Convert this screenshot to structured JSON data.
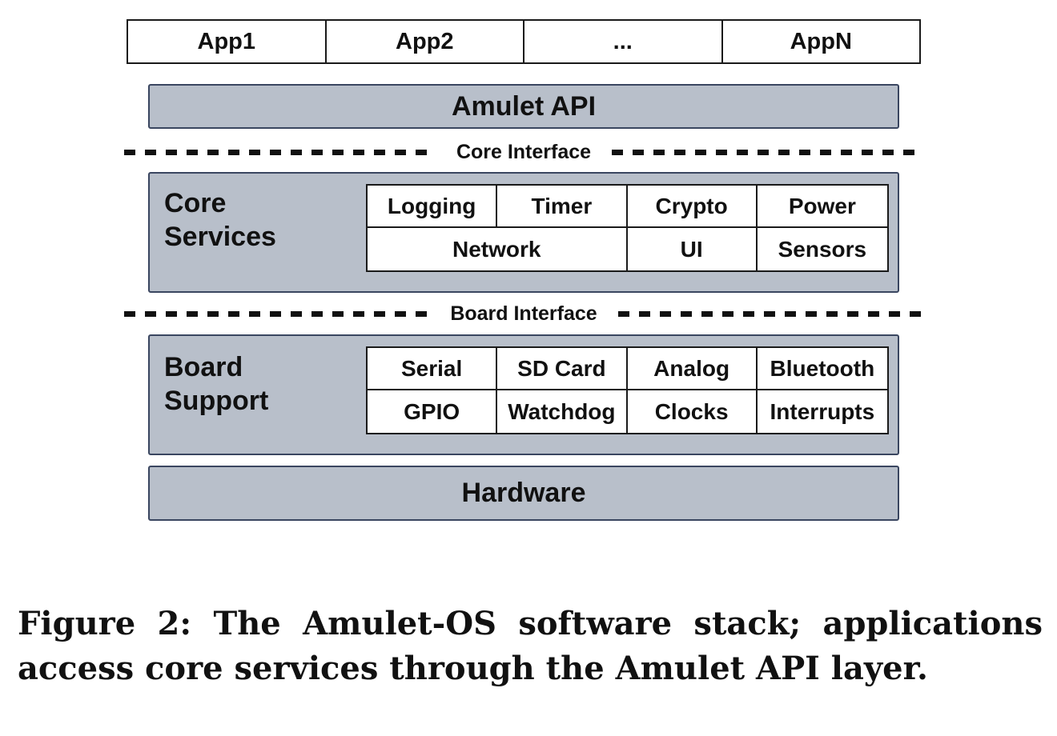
{
  "apps": [
    "App1",
    "App2",
    "...",
    "AppN"
  ],
  "amulet_api": "Amulet API",
  "core_interface": "Core Interface",
  "core_services": {
    "label_line1": "Core",
    "label_line2": "Services",
    "row1": [
      "Logging",
      "Timer",
      "Crypto",
      "Power"
    ],
    "row2": [
      "Network",
      "UI",
      "Sensors"
    ]
  },
  "board_interface": "Board Interface",
  "board_support": {
    "label_line1": "Board",
    "label_line2": "Support",
    "row1": [
      "Serial",
      "SD Card",
      "Analog",
      "Bluetooth"
    ],
    "row2": [
      "GPIO",
      "Watchdog",
      "Clocks",
      "Interrupts"
    ]
  },
  "hardware": "Hardware",
  "caption": "Figure 2: The Amulet-OS software stack; applications access core services through the Amulet API layer.",
  "colors": {
    "layer_fill": "#b8bfca",
    "layer_border": "#3a4660",
    "cell_border": "#1a1a1a"
  }
}
